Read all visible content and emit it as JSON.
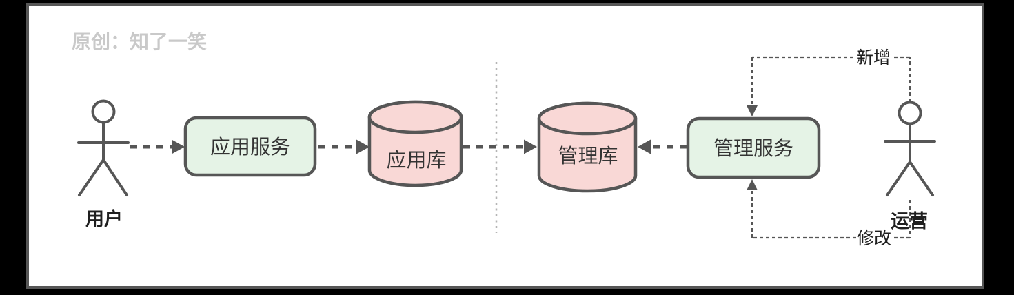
{
  "watermark": "原创：知了一笑",
  "actors": {
    "user": {
      "label": "用户"
    },
    "operator": {
      "label": "运营"
    }
  },
  "nodes": {
    "app_service": {
      "label": "应用服务",
      "shape": "rounded-rect"
    },
    "app_db": {
      "label": "应用库",
      "shape": "cylinder"
    },
    "mgmt_db": {
      "label": "管理库",
      "shape": "cylinder"
    },
    "mgmt_service": {
      "label": "管理服务",
      "shape": "rounded-rect"
    }
  },
  "edge_labels": {
    "add": "新增",
    "modify": "修改"
  },
  "edges": [
    {
      "from": "用户",
      "to": "应用服务",
      "style": "dashed-arrow"
    },
    {
      "from": "应用服务",
      "to": "应用库",
      "style": "dashed-arrow"
    },
    {
      "from": "应用库",
      "to": "管理库",
      "style": "dashed-arrow"
    },
    {
      "from": "管理服务",
      "to": "管理库",
      "style": "dashed-arrow"
    },
    {
      "from": "运营",
      "to": "管理服务",
      "label": "新增",
      "style": "dashed-arrow"
    },
    {
      "from": "运营",
      "to": "管理服务",
      "label": "修改",
      "style": "dashed-arrow"
    }
  ],
  "colors": {
    "outer_background": "#000000",
    "panel_background": "#ffffff",
    "panel_border": "#565656",
    "stroke": "#565656",
    "service_fill": "#e5f3e6",
    "database_fill": "#f9d8d6",
    "watermark_color": "#c9c9c9",
    "text_color": "#262626",
    "divider_color": "#b4b4b4"
  }
}
